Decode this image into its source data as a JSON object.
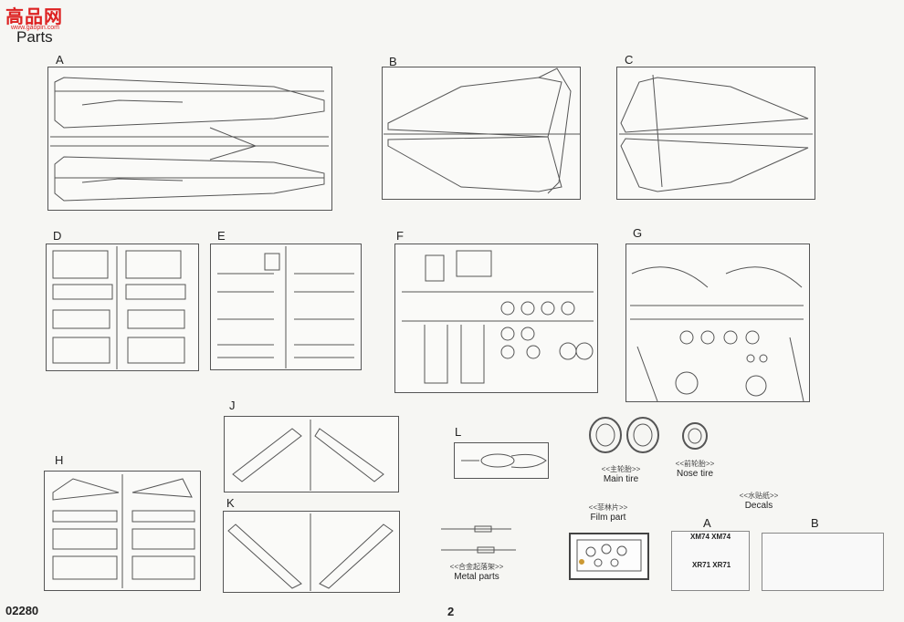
{
  "header": {
    "logo_text": "高品网",
    "logo_sub": "www.gaopin.com",
    "title": "Parts"
  },
  "sprues": {
    "A": "A",
    "B": "B",
    "C": "C",
    "D": "D",
    "E": "E",
    "F": "F",
    "G": "G",
    "H": "H",
    "J": "J",
    "K": "K",
    "L": "L"
  },
  "extras": {
    "main_tire_cn": "<<主轮胎>>",
    "main_tire_en": "Main tire",
    "nose_tire_cn": "<<前轮胎>>",
    "nose_tire_en": "Nose tire",
    "film_cn": "<<菲林片>>",
    "film_en": "Film part",
    "metal_cn": "<<合金起落架>>",
    "metal_en": "Metal parts",
    "decals_cn": "<<水贴纸>>",
    "decals_en": "Decals",
    "decal_a": "A",
    "decal_b": "B",
    "decal_a_text_top": "XM74 XM74",
    "decal_a_text_mid": "XR71 XR71"
  },
  "footer": {
    "code": "02280",
    "page": "2"
  },
  "colors": {
    "line": "#555555",
    "logo": "#dd2222",
    "roundel_red": "#cc3333",
    "roundel_blue": "#334477"
  }
}
